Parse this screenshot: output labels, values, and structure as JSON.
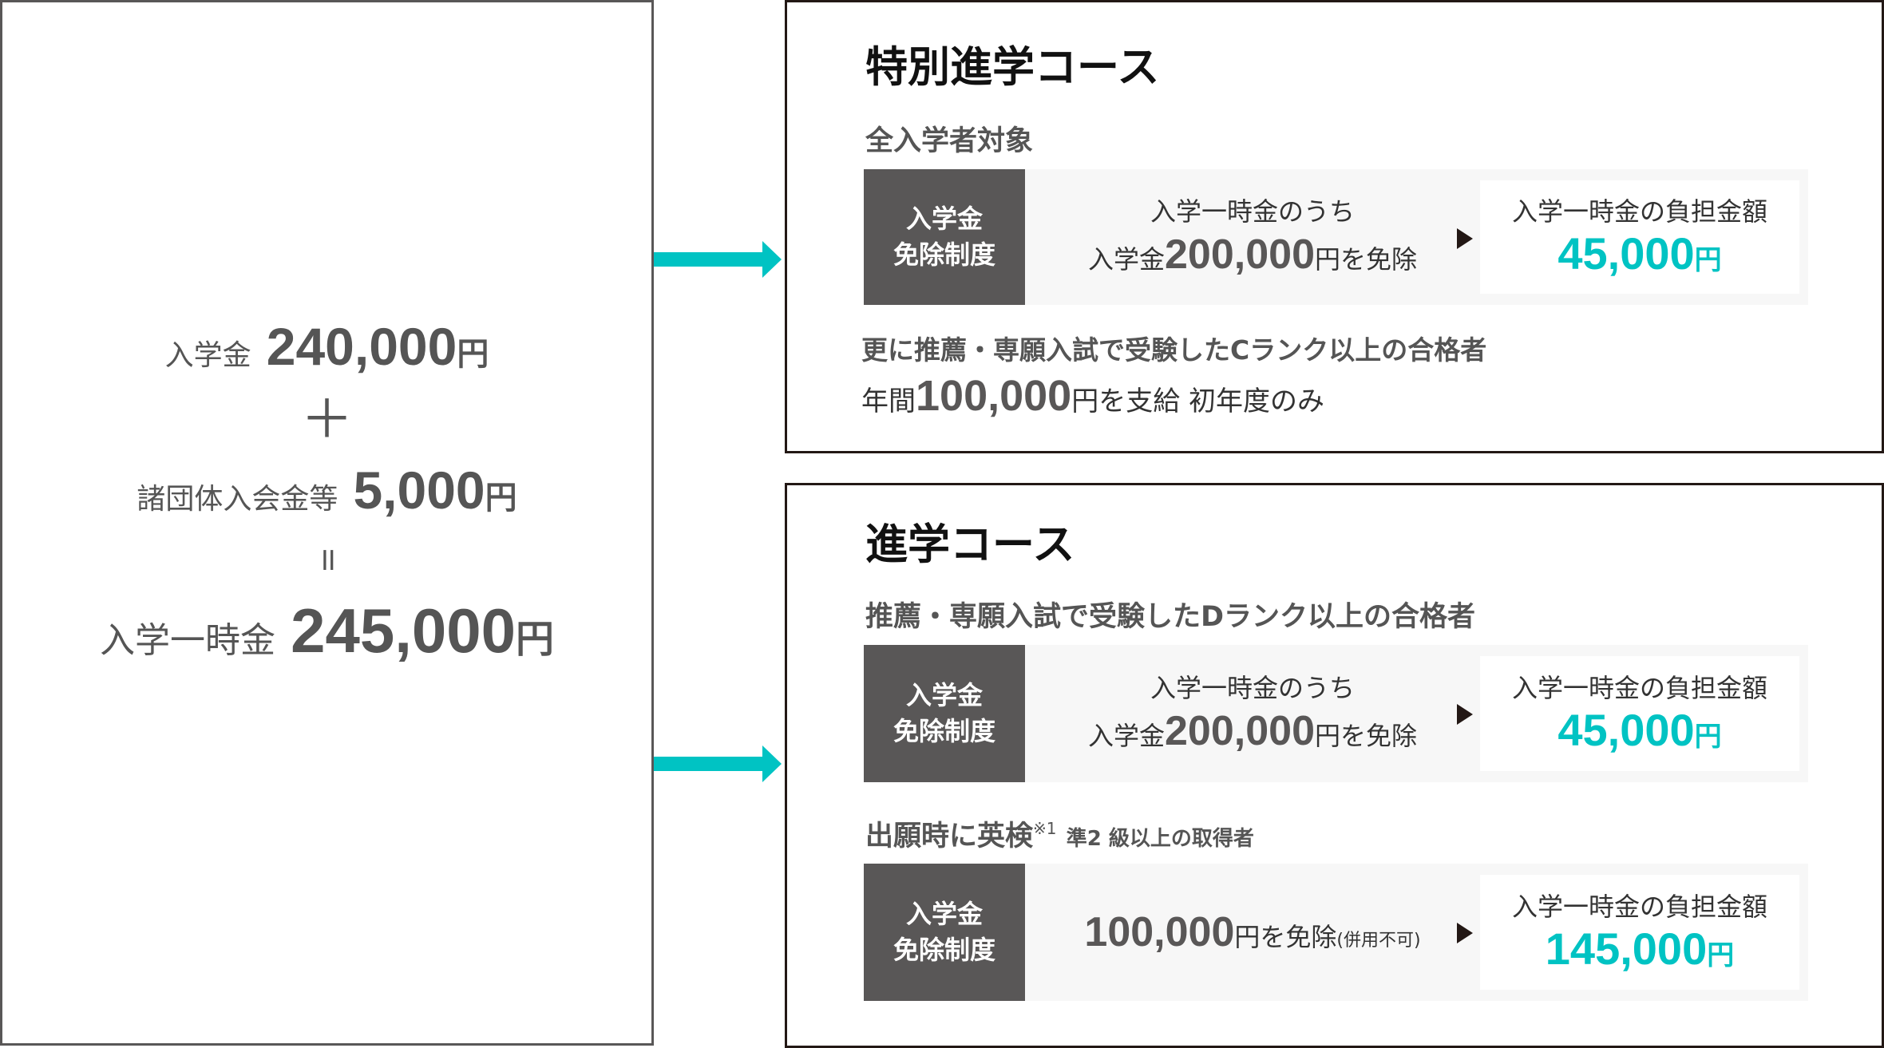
{
  "summary": {
    "entrance_label": "入学金",
    "entrance_value": "240,000",
    "yen": "円",
    "plus": "＋",
    "group_label": "諸団体入会金等",
    "group_value": "5,000",
    "equals": "॥",
    "total_label": "入学一時金",
    "total_value": "245,000"
  },
  "colors": {
    "accent": "#00c3c3",
    "dark_cell": "#595757",
    "border": "#231815"
  },
  "special": {
    "title": "特別進学コース",
    "target": "全入学者対象",
    "scheme": {
      "label1": "入学金",
      "label2": "免除制度",
      "line1": "入学一時金のうち",
      "pre": "入学金",
      "amount": "200,000",
      "post": "円を免除",
      "result_label": "入学一時金の負担金額",
      "result_value": "45,000",
      "yen": "円"
    },
    "extra_condition": "更に推薦・専願入試で受験したCランク以上の合格者",
    "extra": {
      "pre": "年間",
      "amount": "100,000",
      "post": "円を支給 初年度のみ"
    }
  },
  "advanced": {
    "title": "進学コース",
    "target": "推薦・専願入試で受験したDランク以上の合格者",
    "scheme": {
      "label1": "入学金",
      "label2": "免除制度",
      "line1": "入学一時金のうち",
      "pre": "入学金",
      "amount": "200,000",
      "post": "円を免除",
      "result_label": "入学一時金の負担金額",
      "result_value": "45,000",
      "yen": "円"
    },
    "eiken": {
      "main": "出願時に英検",
      "note": "※1",
      "rest": "準2 級以上の取得者"
    },
    "scheme2": {
      "label1": "入学金",
      "label2": "免除制度",
      "amount": "100,000",
      "post": "円を免除",
      "paren": "(併用不可)",
      "result_label": "入学一時金の負担金額",
      "result_value": "145,000",
      "yen": "円"
    }
  }
}
